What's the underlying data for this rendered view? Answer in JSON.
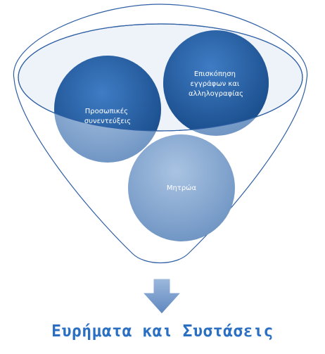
{
  "diagram": {
    "type": "funnel",
    "items": [
      {
        "id": "interviews",
        "lines": [
          "Προσωπικές",
          "συνεντεύξεις"
        ]
      },
      {
        "id": "documents",
        "lines": [
          "Επισκόπηση",
          "εγγράφων και",
          "αλληλογραφίας"
        ]
      },
      {
        "id": "registers",
        "lines": [
          "Μητρώα"
        ]
      }
    ],
    "result": "Ευρήματα και Συστάσεις"
  },
  "colors": {
    "funnel_stroke": "#2e5fa4",
    "circle_dark": "#1f5aa0",
    "circle_light": "#7fa3cc",
    "arrow_fill": "#6f96c8",
    "result_text": "#2b6fc2"
  }
}
